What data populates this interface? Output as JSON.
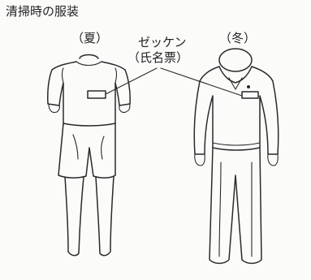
{
  "title": "清掃時の服装",
  "labels": {
    "summer": "（夏）",
    "winter": "（冬）",
    "bib": "ゼッケン",
    "bib_sub": "（氏名票）"
  },
  "colors": {
    "ink": "#2a2a2a",
    "paper": "#fbfbfa"
  }
}
